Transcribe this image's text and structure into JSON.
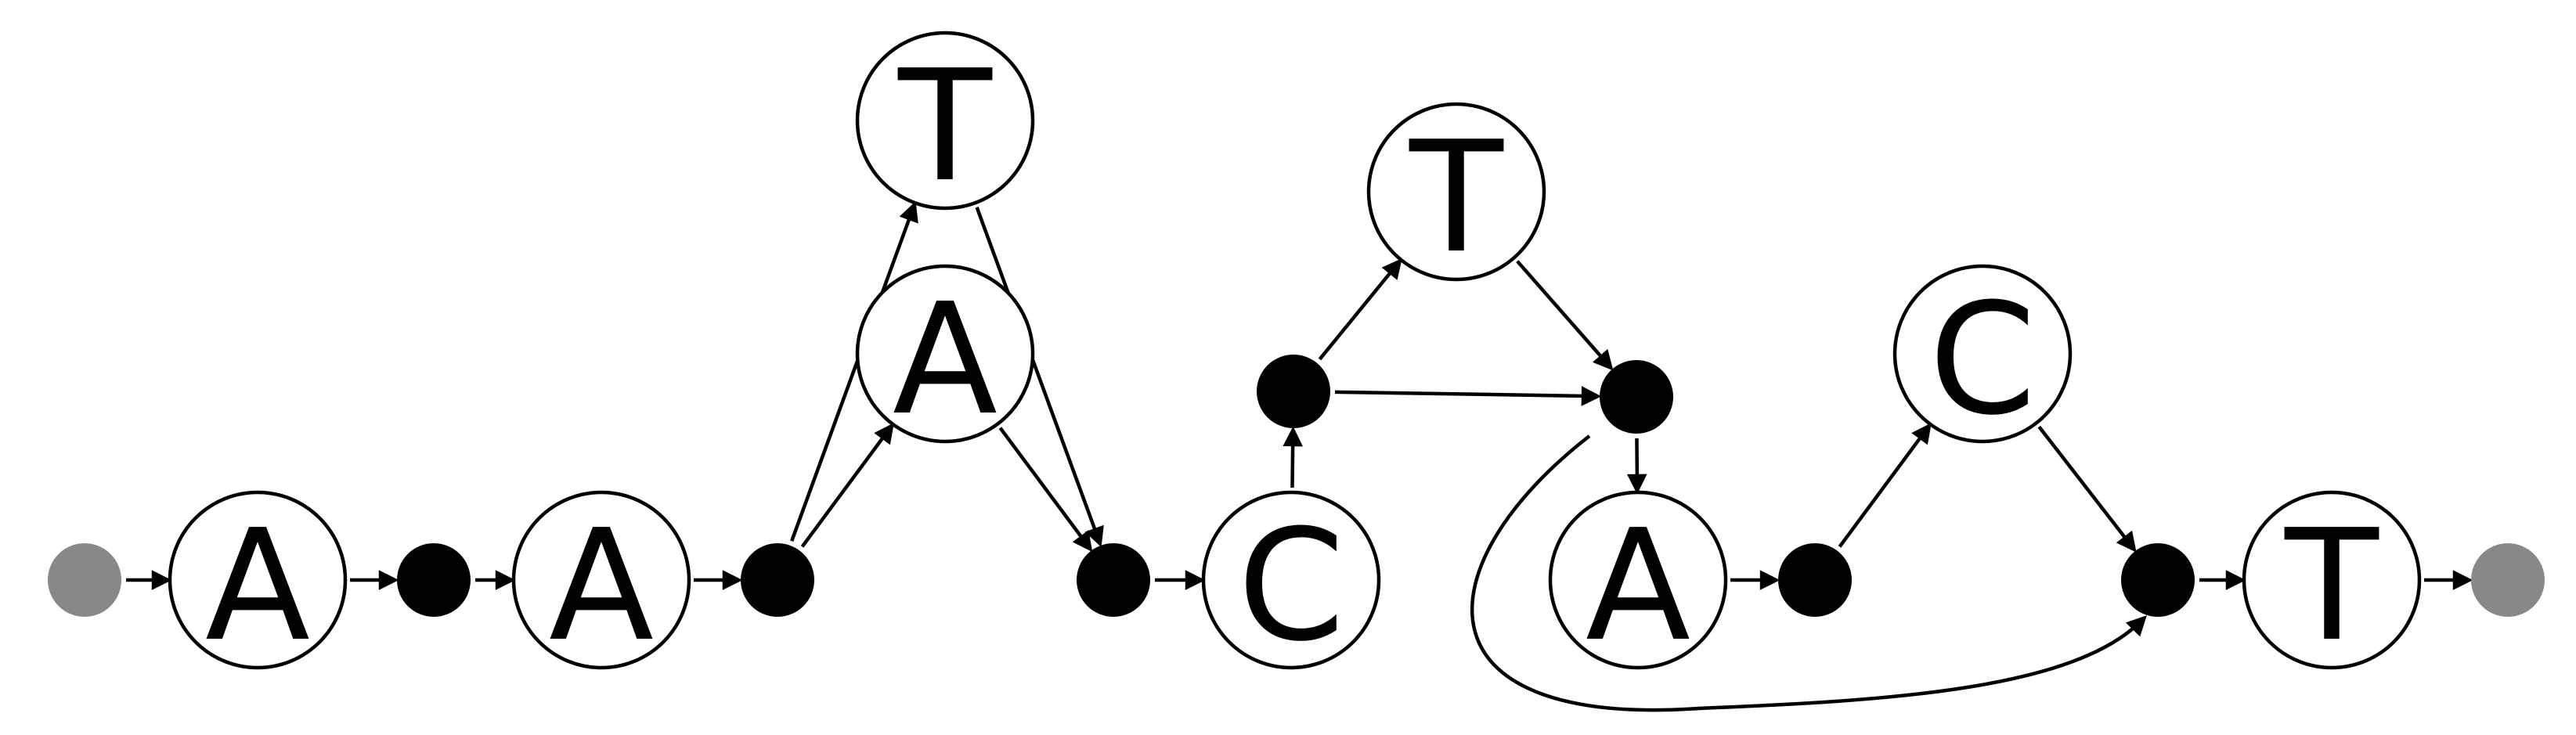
{
  "colors": {
    "background": "#ffffff",
    "stroke": "#000000",
    "junction": "#000000",
    "terminal": "#888888"
  },
  "nodes": [
    {
      "id": "start",
      "kind": "terminal"
    },
    {
      "id": "n1",
      "kind": "letter",
      "label": "A"
    },
    {
      "id": "j1",
      "kind": "junction"
    },
    {
      "id": "n2",
      "kind": "letter",
      "label": "A"
    },
    {
      "id": "j2",
      "kind": "junction"
    },
    {
      "id": "n3",
      "kind": "letter",
      "label": "T"
    },
    {
      "id": "n4",
      "kind": "letter",
      "label": "A"
    },
    {
      "id": "j3",
      "kind": "junction"
    },
    {
      "id": "n5",
      "kind": "letter",
      "label": "C"
    },
    {
      "id": "j4",
      "kind": "junction"
    },
    {
      "id": "n6",
      "kind": "letter",
      "label": "T"
    },
    {
      "id": "j5",
      "kind": "junction"
    },
    {
      "id": "n7",
      "kind": "letter",
      "label": "A"
    },
    {
      "id": "j6",
      "kind": "junction"
    },
    {
      "id": "n8",
      "kind": "letter",
      "label": "C"
    },
    {
      "id": "j7",
      "kind": "junction"
    },
    {
      "id": "n9",
      "kind": "letter",
      "label": "T"
    },
    {
      "id": "end",
      "kind": "terminal"
    }
  ],
  "edges": [
    {
      "from": "start",
      "to": "n1"
    },
    {
      "from": "n1",
      "to": "j1"
    },
    {
      "from": "j1",
      "to": "n2"
    },
    {
      "from": "n2",
      "to": "j2"
    },
    {
      "from": "j2",
      "to": "n3"
    },
    {
      "from": "j2",
      "to": "n4"
    },
    {
      "from": "n3",
      "to": "j3"
    },
    {
      "from": "n4",
      "to": "j3"
    },
    {
      "from": "j3",
      "to": "n5"
    },
    {
      "from": "n5",
      "to": "j4"
    },
    {
      "from": "j4",
      "to": "n6"
    },
    {
      "from": "j4",
      "to": "j5"
    },
    {
      "from": "n6",
      "to": "j5"
    },
    {
      "from": "j5",
      "to": "n7"
    },
    {
      "from": "j5",
      "to": "j7",
      "curved": true
    },
    {
      "from": "n7",
      "to": "j6"
    },
    {
      "from": "j6",
      "to": "n8"
    },
    {
      "from": "n8",
      "to": "j7"
    },
    {
      "from": "j7",
      "to": "n9"
    },
    {
      "from": "n9",
      "to": "end"
    }
  ]
}
